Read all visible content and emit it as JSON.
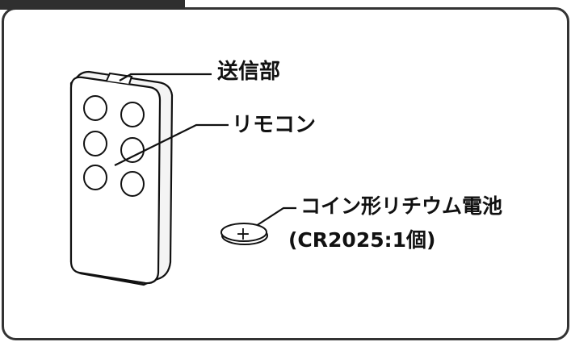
{
  "labels": {
    "transmitter": "送信部",
    "remote": "リモコン",
    "battery_name": "コイン形リチウム電池",
    "battery_spec": "(CR2025:1個)"
  },
  "battery_symbol": "+",
  "colors": {
    "frame": "#333333",
    "header_tab": "#2f2f2f",
    "line": "#111111",
    "background": "#ffffff",
    "remote_side": "#f4f4f4"
  }
}
